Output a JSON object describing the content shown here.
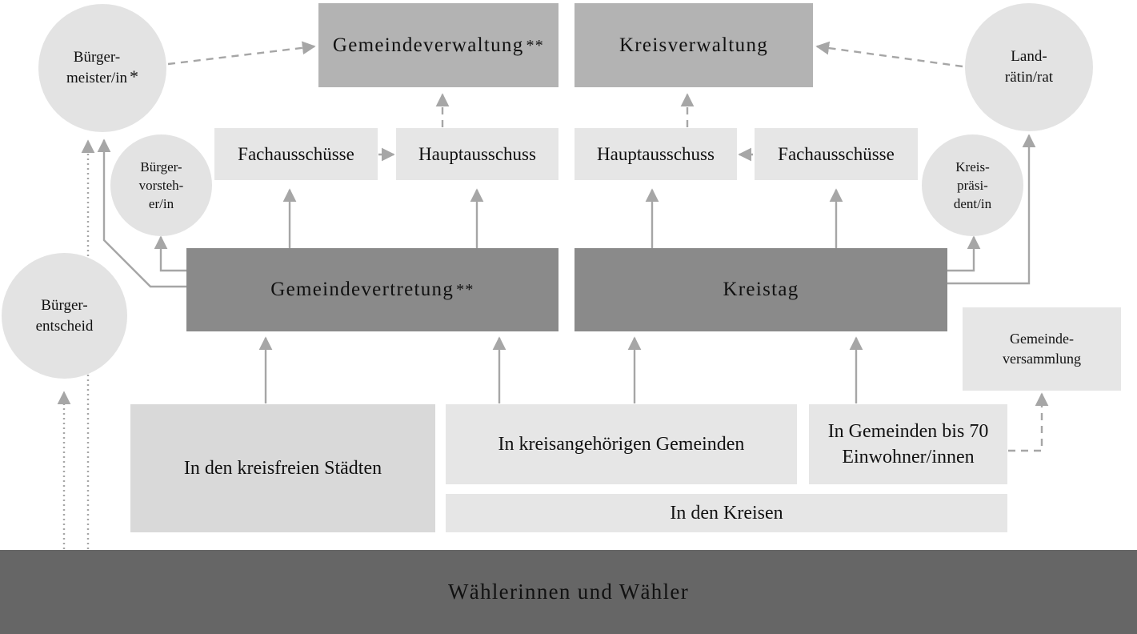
{
  "nodes": {
    "gemeindeverwaltung": {
      "label": "Gemeindeverwaltung",
      "mark": "**"
    },
    "kreisverwaltung": {
      "label": "Kreisverwaltung"
    },
    "buergermeister": {
      "label": "Bürger-\nmeister/in",
      "mark": "*"
    },
    "landraetin": {
      "label": "Land-\nrätin/rat"
    },
    "fachausschuesse_gemeinde": {
      "label": "Fachausschüsse"
    },
    "hauptausschuss_gemeinde": {
      "label": "Hauptausschuss"
    },
    "hauptausschuss_kreis": {
      "label": "Hauptausschuss"
    },
    "fachausschuesse_kreis": {
      "label": "Fachausschüsse"
    },
    "buergervorsteher": {
      "label": "Bürger-\nvorsteh-\ner/in"
    },
    "kreispraesident": {
      "label": "Kreis-\npräsi-\ndent/in"
    },
    "gemeindevertretung": {
      "label": "Gemeindevertretung",
      "mark": "**"
    },
    "kreistag": {
      "label": "Kreistag"
    },
    "buergerentscheid": {
      "label": "Bürger-\nentscheid"
    },
    "gemeindeversammlung": {
      "label": "Gemeinde-\nversammlung"
    },
    "kreisfreie_staedte": {
      "label": "In den kreisfreien Städten"
    },
    "kreisangehoerige_gemeinden": {
      "label": "In kreisangehörigen Gemeinden"
    },
    "kleine_gemeinden": {
      "label": "In Gemeinden bis 70\nEinwohner/innen"
    },
    "kreise": {
      "label": "In den Kreisen"
    },
    "waehler": {
      "label": "Wählerinnen und Wähler"
    }
  },
  "colors": {
    "solid_arrow": "#a6a6a6",
    "dashed_arrow": "#a6a6a6",
    "dotted_arrow": "#a6a6a6",
    "dark_box": "#8a8a8a",
    "mid_box": "#b3b3b3",
    "light_box": "#e6e6e6",
    "voters_bar": "#666666"
  }
}
